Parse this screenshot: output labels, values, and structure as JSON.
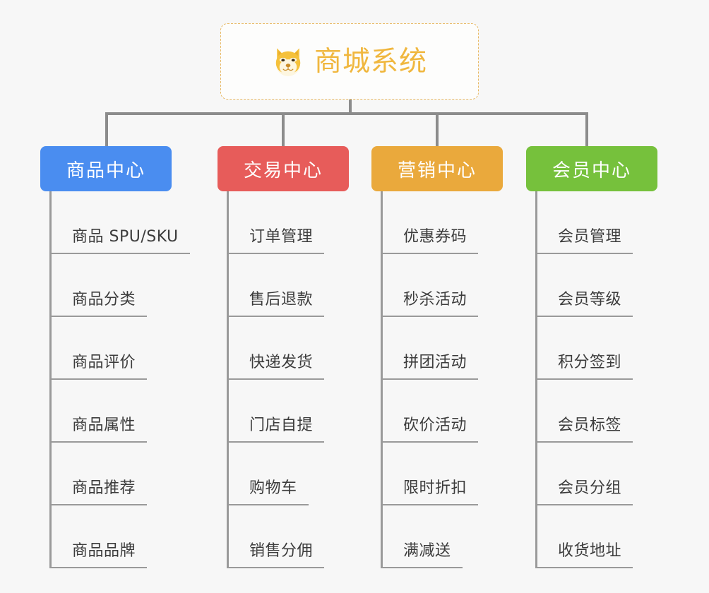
{
  "background_color": "#f7f7f7",
  "root": {
    "title": "商城系统",
    "icon": "dog-face-emoji",
    "text_color": "#f0b73f",
    "border_color": "#e8b964"
  },
  "connector_color": "#8c8c8c",
  "branches": [
    {
      "label": "商品中心",
      "color": "#4a8df0",
      "items": [
        "商品 SPU/SKU",
        "商品分类",
        "商品评价",
        "商品属性",
        "商品推荐",
        "商品品牌"
      ]
    },
    {
      "label": "交易中心",
      "color": "#e75c5a",
      "items": [
        "订单管理",
        "售后退款",
        "快递发货",
        "门店自提",
        "购物车",
        "销售分佣"
      ]
    },
    {
      "label": "营销中心",
      "color": "#eaa93c",
      "items": [
        "优惠券码",
        "秒杀活动",
        "拼团活动",
        "砍价活动",
        "限时折扣",
        "满减送"
      ]
    },
    {
      "label": "会员中心",
      "color": "#76c13c",
      "items": [
        "会员管理",
        "会员等级",
        "积分签到",
        "会员标签",
        "会员分组",
        "收货地址"
      ]
    }
  ]
}
